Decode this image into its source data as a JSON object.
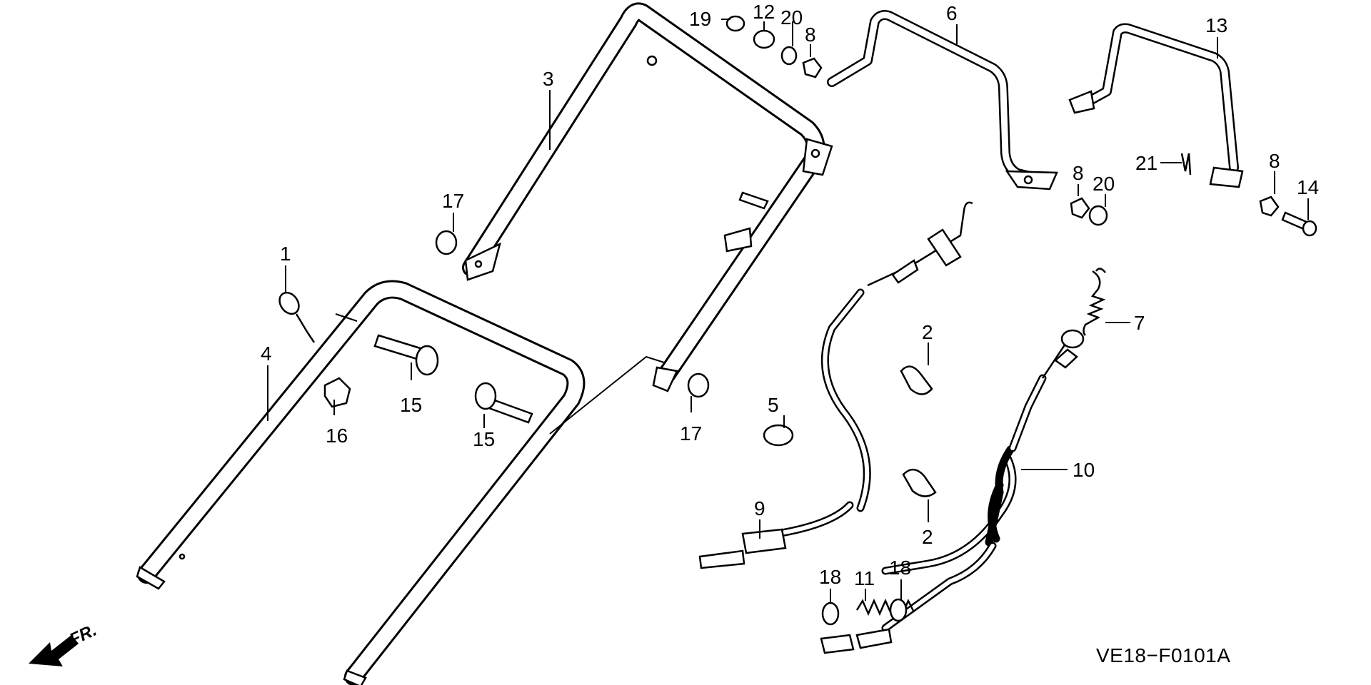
{
  "diagram": {
    "code": "VE18−F0101A",
    "front_indicator": "FR.",
    "callouts": [
      {
        "id": "c1",
        "text": "1"
      },
      {
        "id": "c2a",
        "text": "2"
      },
      {
        "id": "c2b",
        "text": "2"
      },
      {
        "id": "c3",
        "text": "3"
      },
      {
        "id": "c4",
        "text": "4"
      },
      {
        "id": "c5",
        "text": "5"
      },
      {
        "id": "c6",
        "text": "6"
      },
      {
        "id": "c7",
        "text": "7"
      },
      {
        "id": "c8a",
        "text": "8"
      },
      {
        "id": "c8b",
        "text": "8"
      },
      {
        "id": "c8c",
        "text": "8"
      },
      {
        "id": "c9",
        "text": "9"
      },
      {
        "id": "c10",
        "text": "10"
      },
      {
        "id": "c11",
        "text": "11"
      },
      {
        "id": "c12",
        "text": "12"
      },
      {
        "id": "c13",
        "text": "13"
      },
      {
        "id": "c14",
        "text": "14"
      },
      {
        "id": "c15a",
        "text": "15"
      },
      {
        "id": "c15b",
        "text": "15"
      },
      {
        "id": "c16",
        "text": "16"
      },
      {
        "id": "c17a",
        "text": "17"
      },
      {
        "id": "c17b",
        "text": "17"
      },
      {
        "id": "c18a",
        "text": "18"
      },
      {
        "id": "c18b",
        "text": "18"
      },
      {
        "id": "c19",
        "text": "19"
      },
      {
        "id": "c20a",
        "text": "20"
      },
      {
        "id": "c20b",
        "text": "20"
      },
      {
        "id": "c21",
        "text": "21"
      }
    ]
  }
}
